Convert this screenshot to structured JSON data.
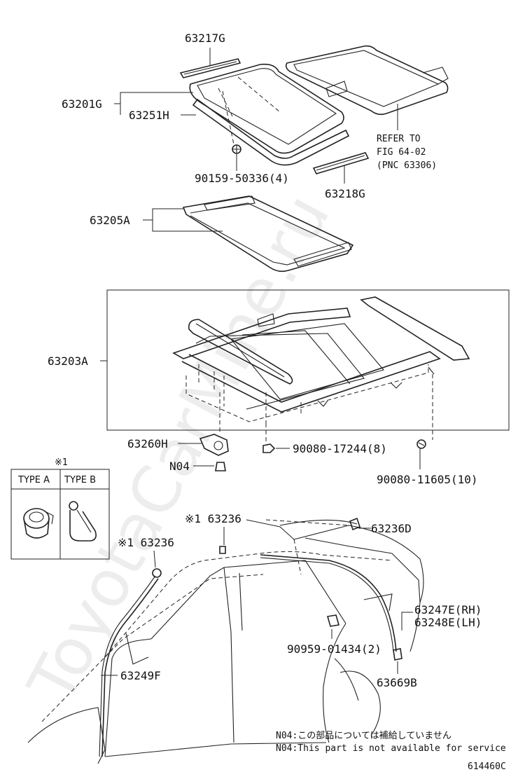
{
  "labels": {
    "p63217G": "63217G",
    "p63201G": "63201G",
    "p63251H": "63251H",
    "refer1": "REFER TO",
    "refer2": "FIG 64-02",
    "refer3": "(PNC 63306)",
    "p90159": "90159-50336(4)",
    "p63218G": "63218G",
    "p63205A": "63205A",
    "p63203A": "63203A",
    "p63260H": "63260H",
    "p90080a": "90080-17244(8)",
    "pN04": "N04",
    "p90080b": "90080-11605(10)",
    "ref1": "※1",
    "typeA": "TYPE A",
    "typeB": "TYPE B",
    "p63236a": "※1 63236",
    "p63236b": "※1 63236",
    "p63236D": "63236D",
    "p63247E": "63247E(RH)",
    "p63248E": "63248E(LH)",
    "p90959": "90959-01434(2)",
    "p63669B": "63669B",
    "p63249F": "63249F",
    "note_jp": "N04:この部品については補給していません",
    "note_en": "N04:This part is not available for service",
    "fig_id": "614460C"
  },
  "watermark": "ToyotaCarMine.ru"
}
